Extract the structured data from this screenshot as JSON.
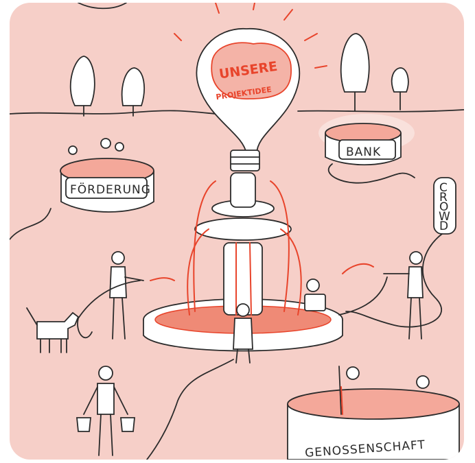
{
  "labels": {
    "bulb_line1": "UNSERE",
    "bulb_line2": "PROJEKTIDEE",
    "foerderung": "FÖRDERUNG",
    "bank": "BANK",
    "crowd": [
      "C",
      "R",
      "O",
      "W",
      "D"
    ],
    "genossenschaft": "GENOSSENSCHAFT"
  },
  "colors": {
    "background": "#f6cfc8",
    "accent": "#e8442b",
    "ink": "#2b2b2b"
  }
}
